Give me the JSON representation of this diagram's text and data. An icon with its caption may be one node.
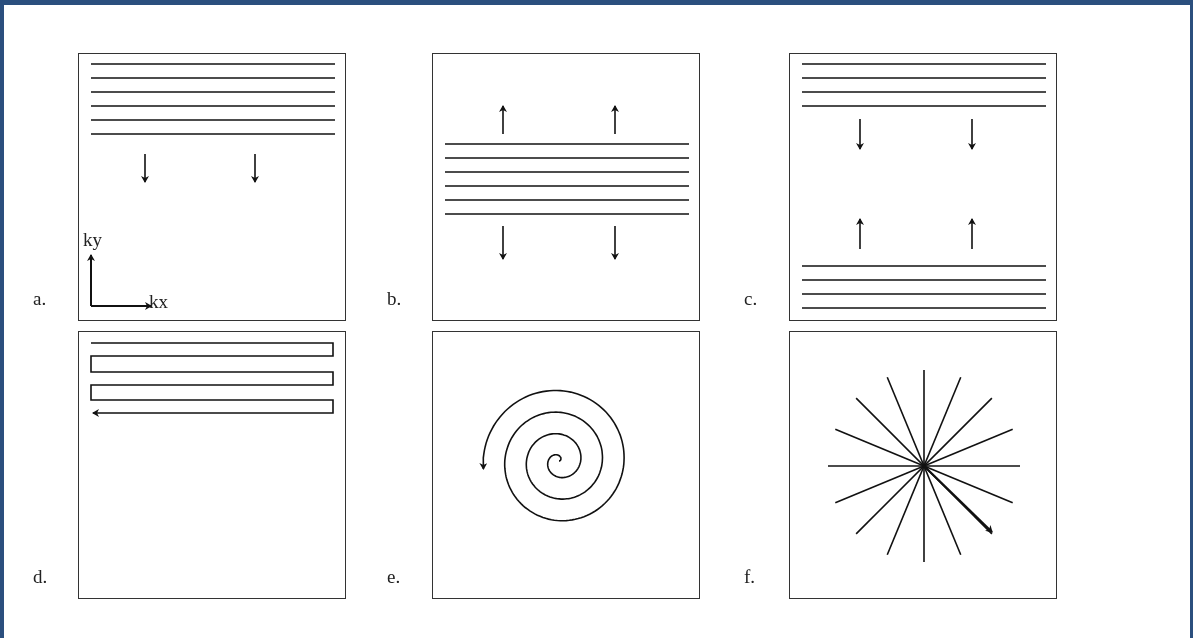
{
  "diagram": {
    "labels": [
      "a.",
      "b.",
      "c.",
      "d.",
      "e.",
      "f.",
      "ky",
      "kx"
    ]
  }
}
